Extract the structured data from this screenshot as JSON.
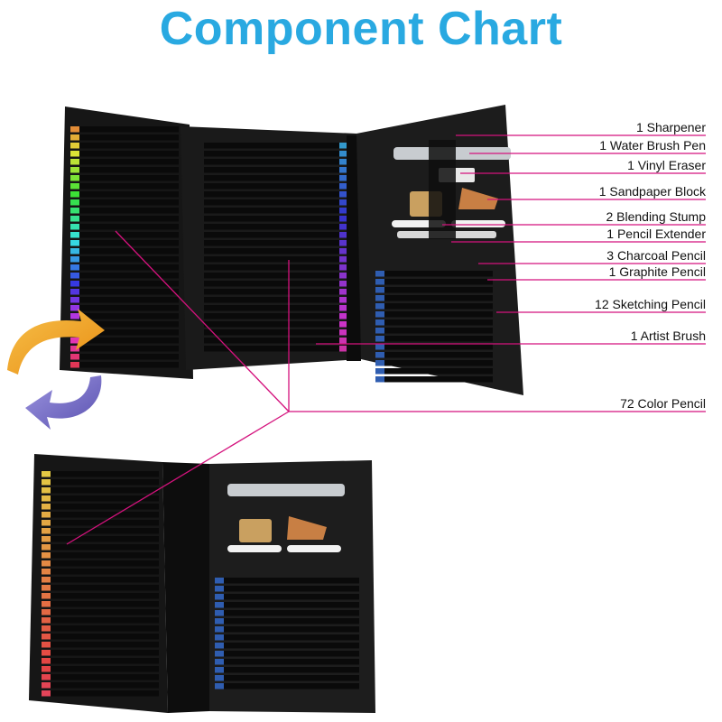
{
  "title": "Component Chart",
  "colors": {
    "title": "#29a9e1",
    "leader_line": "#d4127d",
    "case_fabric": "#141414",
    "arrow_orange": "#f0a31e",
    "arrow_purple": "#7b72c8"
  },
  "components": [
    {
      "id": "sharpener",
      "label": "1 Sharpener"
    },
    {
      "id": "water-brush-pen",
      "label": "1 Water Brush Pen"
    },
    {
      "id": "vinyl-eraser",
      "label": "1 Vinyl Eraser"
    },
    {
      "id": "sandpaper-block",
      "label": "1 Sandpaper Block"
    },
    {
      "id": "blending-stump",
      "label": "2 Blending Stump"
    },
    {
      "id": "pencil-extender",
      "label": "1 Pencil Extender"
    },
    {
      "id": "charcoal-pencil",
      "label": "3 Charcoal Pencil"
    },
    {
      "id": "graphite-pencil",
      "label": "1 Graphite Pencil"
    },
    {
      "id": "sketching-pencil",
      "label": "12 Sketching Pencil"
    },
    {
      "id": "artist-brush",
      "label": "1 Artist Brush"
    },
    {
      "id": "color-pencil",
      "label": "72 Color Pencil"
    }
  ],
  "illustrations": [
    {
      "name": "open-case-top-photo",
      "view": "fully open case"
    },
    {
      "name": "open-case-bottom-photo",
      "view": "reverse side view"
    }
  ]
}
